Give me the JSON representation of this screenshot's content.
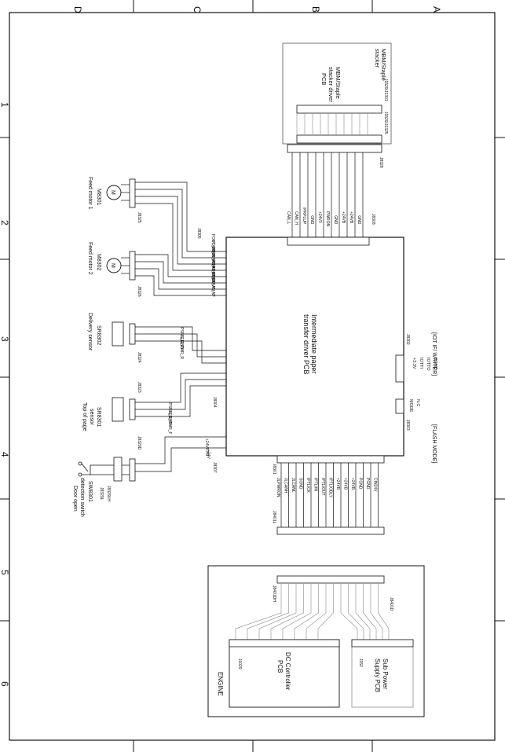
{
  "frame": {
    "top_letters": [
      "D",
      "C",
      "B",
      "A"
    ],
    "side_numbers": [
      "1",
      "2",
      "3",
      "4",
      "5",
      "6"
    ]
  },
  "main_pcb": {
    "label_line1": "Intermediate paper",
    "label_line2": "transfer driver PCB",
    "conn_top": "J8305",
    "conn_bottom": "J8301",
    "conn_left_sensors": "J8304",
    "conn_left_switch": "J8307",
    "conn_right_iot": "J8302",
    "conn_right_flash": "J8303",
    "conn_top_right": "J8308"
  },
  "feed_motor_1": {
    "name": "Feed motor 1",
    "code": "M8301",
    "connector": "J8325"
  },
  "feed_motor_2": {
    "name": "Feed motor 2",
    "code": "M8302",
    "connector": "J8326"
  },
  "delivery_sensor": {
    "name": "Delivery sensor",
    "code": "SR8302",
    "connector": "J8324"
  },
  "top_sensor": {
    "name_line1": "Top of page",
    "name_line2": "sensor",
    "code": "SR8301",
    "connector": "J8323"
  },
  "door_switch": {
    "name_line1": "Door open",
    "name_line2": "detection switch",
    "code": "SW8301",
    "conn_a": "J8329L",
    "conn_b": "J8329LH",
    "conn_c": "J8329D"
  },
  "motor_signals": [
    "FOUT_BN",
    "FOUT_BP",
    "FOUT_AN",
    "FOUT_AP",
    "ROUT_BN",
    "ROUT_BP",
    "ROUT_AN",
    "ROUT_AP"
  ],
  "delivery_signals": [
    "PSNS_R",
    "GND",
    "LED_PWR_R"
  ],
  "top_signals": [
    "PSNS_F",
    "GND",
    "LED_PWR_F"
  ],
  "switch_signals": [
    "+24VRTN",
    "+24V"
  ],
  "iot_signals": [
    "+3.3V",
    "IOTTI",
    "IOTTO",
    "SGND"
  ],
  "iot_label": "[IOT IF/ WRITER]",
  "flash_signals": [
    "MODE",
    "N.C"
  ],
  "flash_label": "[FLASH MODE]",
  "stacker": {
    "box_line1": "MBM/Staple",
    "box_line2": "stacker",
    "pcb_line1": "MBM/Staple",
    "pcb_line2": "stacker driver",
    "pcb_line3": "PCB",
    "conn_a": "J1529/J1301",
    "conn_b": "J1529/J1325",
    "conn_c": "J8328"
  },
  "stacker_signals": [
    "CAN_L",
    "CAN_H",
    "/PRPLUP",
    "GND",
    "+24V0",
    "PWRON",
    "GND",
    "+24VB",
    "+24VB",
    "GND"
  ],
  "engine_signals": [
    "JLPWRON",
    "JLCANH",
    "JLCANL",
    "SGND",
    "IPTLICK",
    "IPTLIIN",
    "IPTLIOUT",
    "IPTLIODLY",
    "+24VB",
    "+24VB",
    "+24VB",
    "PGND",
    "PGND",
    "CIN24V"
  ],
  "engine": {
    "title": "ENGINE",
    "dc_line1": "DC Controller",
    "dc_line2": "PCB",
    "dc_conn": "J1029",
    "sub_line1": "Sub Power",
    "sub_line2": "Supply PCB",
    "sub_conn": "J152",
    "conn_dh": "J8401DH",
    "conn_l": "J8401L",
    "conn_d": "J8401D"
  },
  "colors": {
    "wire": "#111111",
    "wire_gray": "#9a9a9a",
    "frame": "#111111"
  }
}
